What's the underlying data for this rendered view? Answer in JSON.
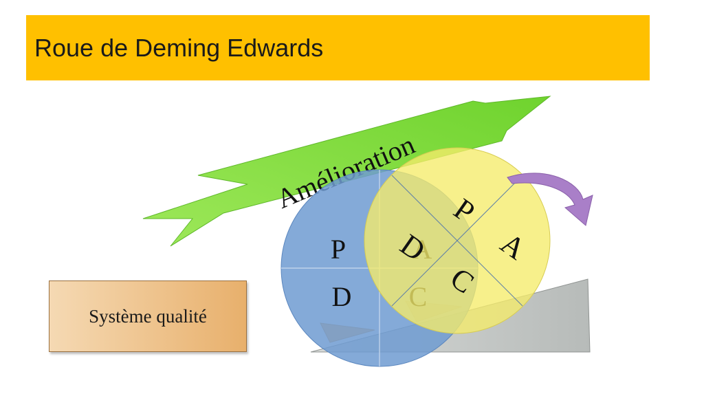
{
  "header": {
    "title": "Roue de Deming Edwards"
  },
  "arrow": {
    "label": "Amélioration",
    "color": "#7fe040"
  },
  "wheel_back": {
    "letters": [
      "P",
      "D",
      "C",
      "A"
    ],
    "color": "#6f9bd1"
  },
  "wheel_front": {
    "letters": [
      "P",
      "A",
      "C",
      "D"
    ],
    "color": "#f5ec6a"
  },
  "rotation_arrow": {
    "icon": "curved-arrow-icon",
    "color": "#a97fc8"
  },
  "box": {
    "label": "Système qualité"
  },
  "colors": {
    "title_bar": "#ffc000",
    "ramp": "#c9ccca",
    "wedge": "#f3b872"
  }
}
